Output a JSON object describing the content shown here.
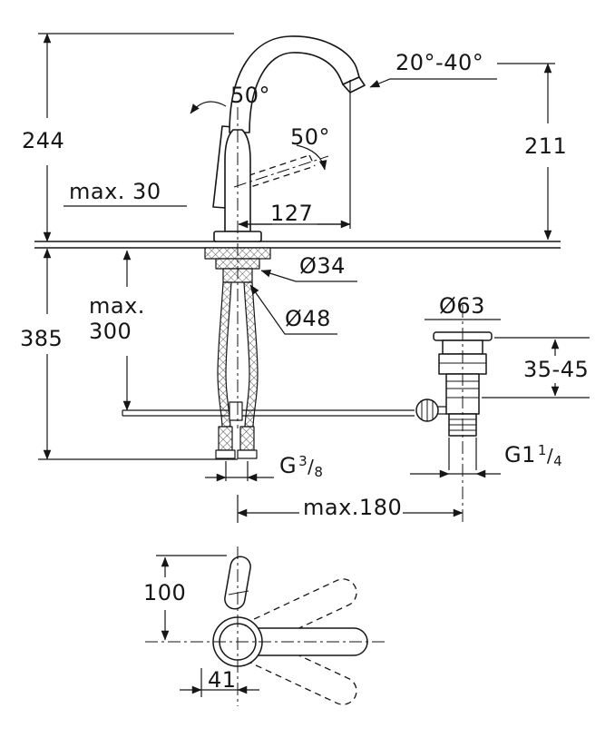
{
  "drawing": {
    "colors": {
      "line": "#161616",
      "background": "#ffffff"
    },
    "side_view": {
      "labels": {
        "total_height": "244",
        "below_deck_depth": "385",
        "max_deck": "max. 30",
        "handle_swing_upper": "50°",
        "handle_swing_lower": "50°",
        "spout_angle_range": "20°-40°",
        "spout_outlet_height": "211",
        "spout_reach": "127",
        "shank_diameter": "Ø34",
        "base_diameter": "Ø48",
        "hose_length_prefix": "max.",
        "hose_length_value": "300",
        "supply_thread": {
          "prefix": "G",
          "numerator": "3",
          "slash": "/",
          "denominator": "8"
        }
      }
    },
    "waste_view": {
      "labels": {
        "flange_diameter": "Ø63",
        "deck_thickness_range": "35-45",
        "waste_thread": {
          "prefix": "G1",
          "numerator": "1",
          "slash": "/",
          "denominator": "4"
        },
        "max_center_distance": "max.180"
      }
    },
    "top_view": {
      "labels": {
        "handle_height": "100",
        "handle_offset": "41"
      }
    }
  }
}
